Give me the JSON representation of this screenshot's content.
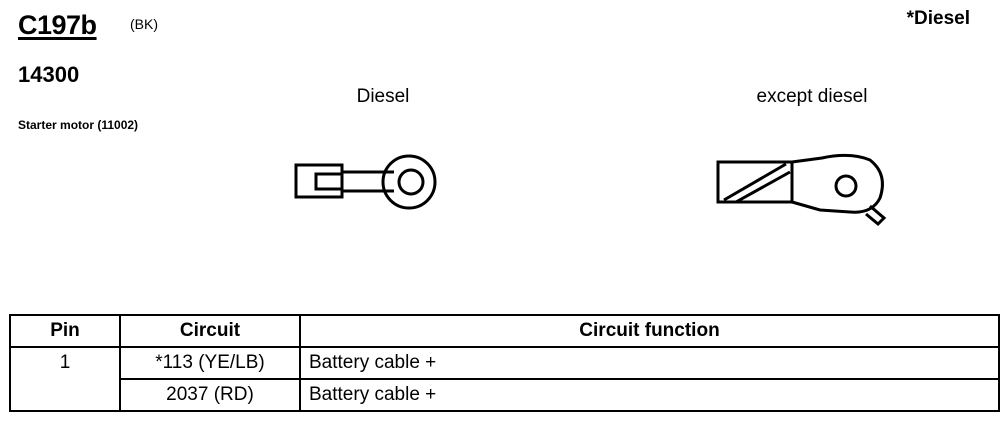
{
  "header": {
    "connector_id": "C197b",
    "connector_color": "(BK)",
    "note": "*Diesel",
    "part_number": "14300",
    "component": "Starter motor (11002)"
  },
  "variants": [
    {
      "label": "Diesel",
      "icon": "ring-terminal-icon"
    },
    {
      "label": "except diesel",
      "icon": "crimped-ring-terminal-icon"
    }
  ],
  "table": {
    "headers": [
      "Pin",
      "Circuit",
      "Circuit function"
    ],
    "rows": [
      {
        "pin": "1",
        "circuit": "*113 (YE/LB)",
        "function": "Battery cable +"
      },
      {
        "pin": "",
        "circuit": "2037 (RD)",
        "function": "Battery cable +"
      }
    ]
  }
}
